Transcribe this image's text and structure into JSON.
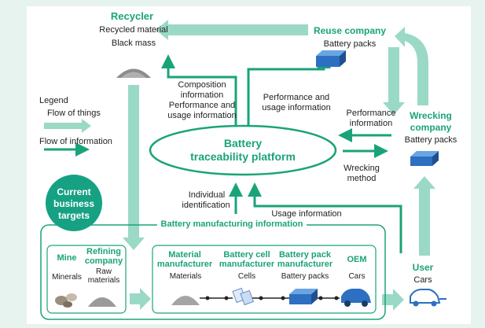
{
  "recycler": {
    "title": "Recycler",
    "line1": "Recycled material",
    "line2": "Black mass"
  },
  "reuse": {
    "title": "Reuse company",
    "sub": "Battery packs"
  },
  "wrecking": {
    "title1": "Wrecking",
    "title2": "company",
    "sub": "Battery packs"
  },
  "platform": {
    "line1": "Battery",
    "line2": "traceability platform"
  },
  "legend": {
    "title": "Legend",
    "things": "Flow of things",
    "info": "Flow of information"
  },
  "labels": {
    "composition": [
      "Composition",
      "information",
      "Performance and",
      "usage information"
    ],
    "perf_usage": [
      "Performance and",
      "usage information"
    ],
    "performance_info": [
      "Performance",
      "information"
    ],
    "wrecking_method": [
      "Wrecking",
      "method"
    ],
    "individual": [
      "Individual",
      "identification"
    ],
    "usage_info": "Usage information"
  },
  "current_targets": [
    "Current",
    "business",
    "targets"
  ],
  "manufacturing_info": "Battery manufacturing information",
  "mine": {
    "title": "Mine",
    "sub": "Minerals"
  },
  "refining": {
    "title1": "Refining",
    "title2": "company",
    "sub1": "Raw",
    "sub2": "materials"
  },
  "material_mfr": {
    "title1": "Material",
    "title2": "manufacturer",
    "sub": "Materials"
  },
  "cell_mfr": {
    "title1": "Battery cell",
    "title2": "manufacturer",
    "sub": "Cells"
  },
  "pack_mfr": {
    "title1": "Battery pack",
    "title2": "manufacturer",
    "sub": "Battery packs"
  },
  "oem": {
    "title": "OEM",
    "sub": "Cars"
  },
  "user": {
    "title": "User",
    "sub": "Cars"
  },
  "colors": {
    "accent": "#1aa37a",
    "thing_arrow": "#9ad9c6",
    "info_arrow": "#1aa37a",
    "bg": "#e6f3ef"
  }
}
